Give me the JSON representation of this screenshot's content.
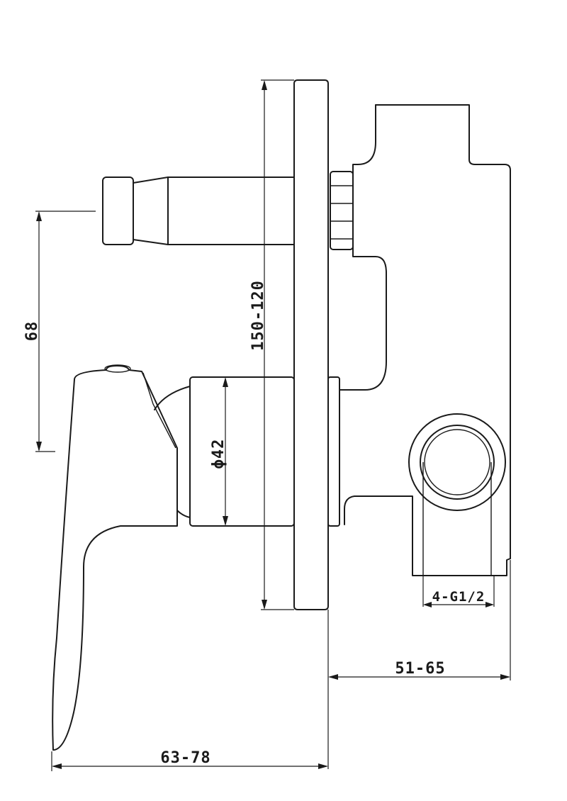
{
  "dimensions": {
    "plate_height": "150-120",
    "spout_offset": "68",
    "handle_diameter": "ϕ42",
    "wall_depth": "51-65",
    "handle_projection": "63-78",
    "connection_thread": "4-G1/2"
  },
  "colors": {
    "line": "#1a1a1a",
    "background": "#ffffff"
  }
}
